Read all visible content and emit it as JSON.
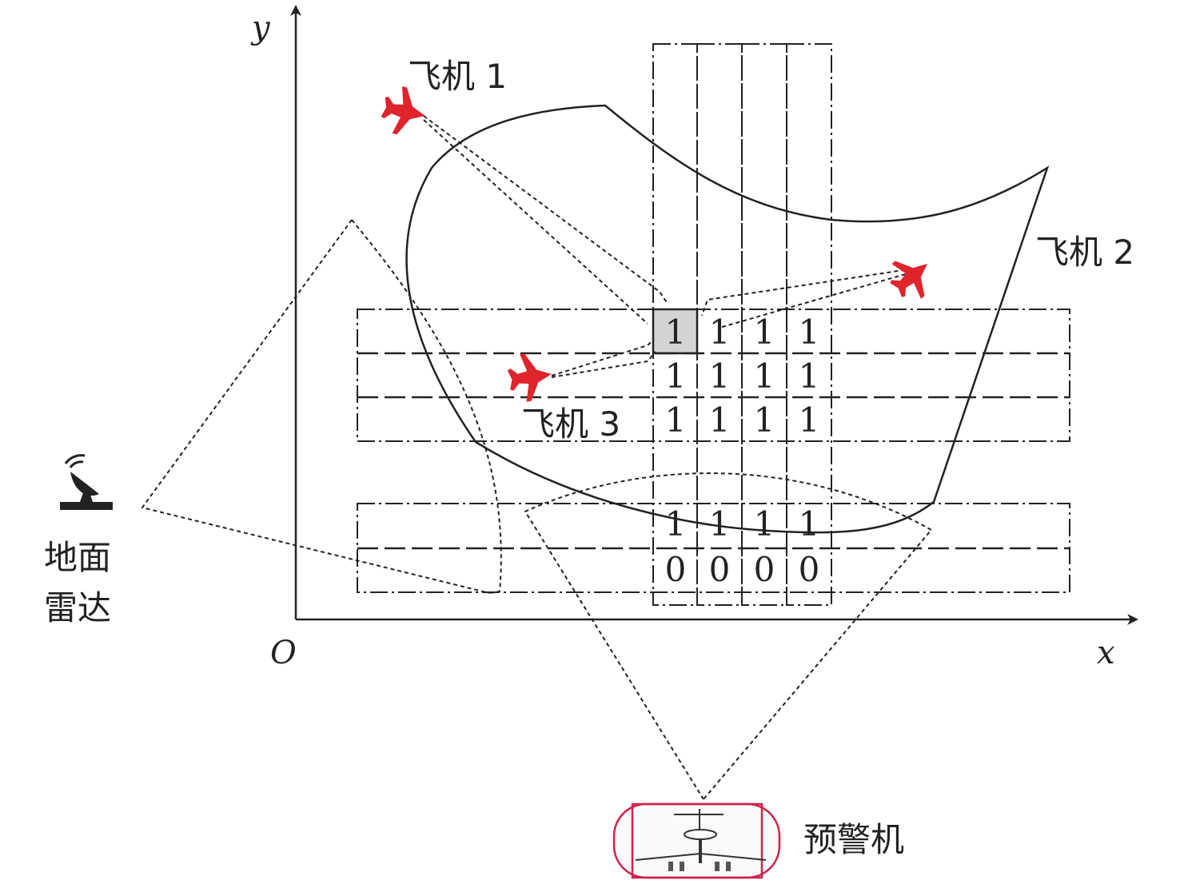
{
  "axes": {
    "x_label": "x",
    "y_label": "y",
    "origin_label": "O"
  },
  "aircraft": [
    {
      "label": "飞机 1"
    },
    {
      "label": "飞机 2"
    },
    {
      "label": "飞机 3"
    }
  ],
  "ground_radar": {
    "label_line1": "地面",
    "label_line2": "雷达"
  },
  "awacs": {
    "label": "预警机"
  },
  "grid": {
    "rows": [
      [
        "1",
        "1",
        "1",
        "1"
      ],
      [
        "1",
        "1",
        "1",
        "1"
      ],
      [
        "1",
        "1",
        "1",
        "1"
      ],
      [
        "1",
        "1",
        "1",
        "1"
      ],
      [
        "0",
        "0",
        "0",
        "0"
      ]
    ],
    "highlighted_cell": {
      "row": 0,
      "col": 0
    }
  },
  "colors": {
    "aircraft": "#e0242b",
    "highlight": "#d4d4d4",
    "awacs_frame": "#d0204a"
  }
}
